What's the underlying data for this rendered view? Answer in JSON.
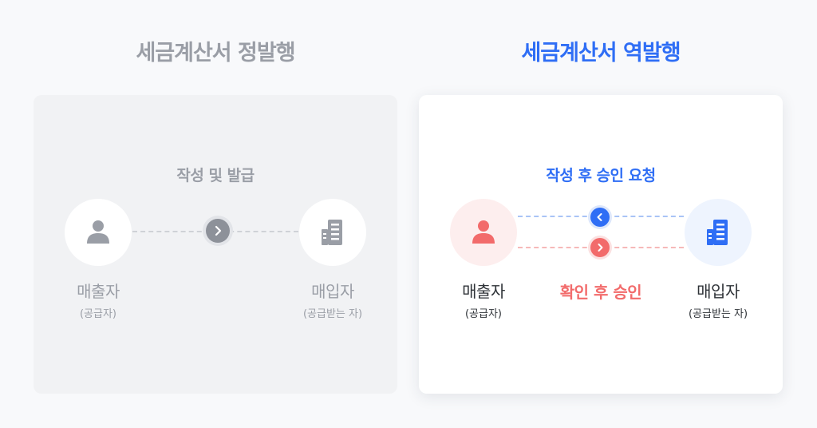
{
  "left": {
    "title": "세금계산서 정발행",
    "step_label": "작성 및 발급",
    "seller": {
      "name": "매출자",
      "sub": "(공급자)"
    },
    "buyer": {
      "name": "매입자",
      "sub": "(공급받는 자)"
    }
  },
  "right": {
    "title": "세금계산서 역발행",
    "step_label": "작성 후 승인 요청",
    "approval_label": "확인 후 승인",
    "seller": {
      "name": "매출자",
      "sub": "(공급자)"
    },
    "buyer": {
      "name": "매입자",
      "sub": "(공급받는 자)"
    }
  },
  "colors": {
    "gray": "#9a9ea6",
    "blue": "#2f6ef5",
    "red": "#f26b6b",
    "dark_text": "#2f3338"
  },
  "icons": [
    "person-icon",
    "building-icon",
    "chevron-right-icon",
    "chevron-left-icon"
  ]
}
